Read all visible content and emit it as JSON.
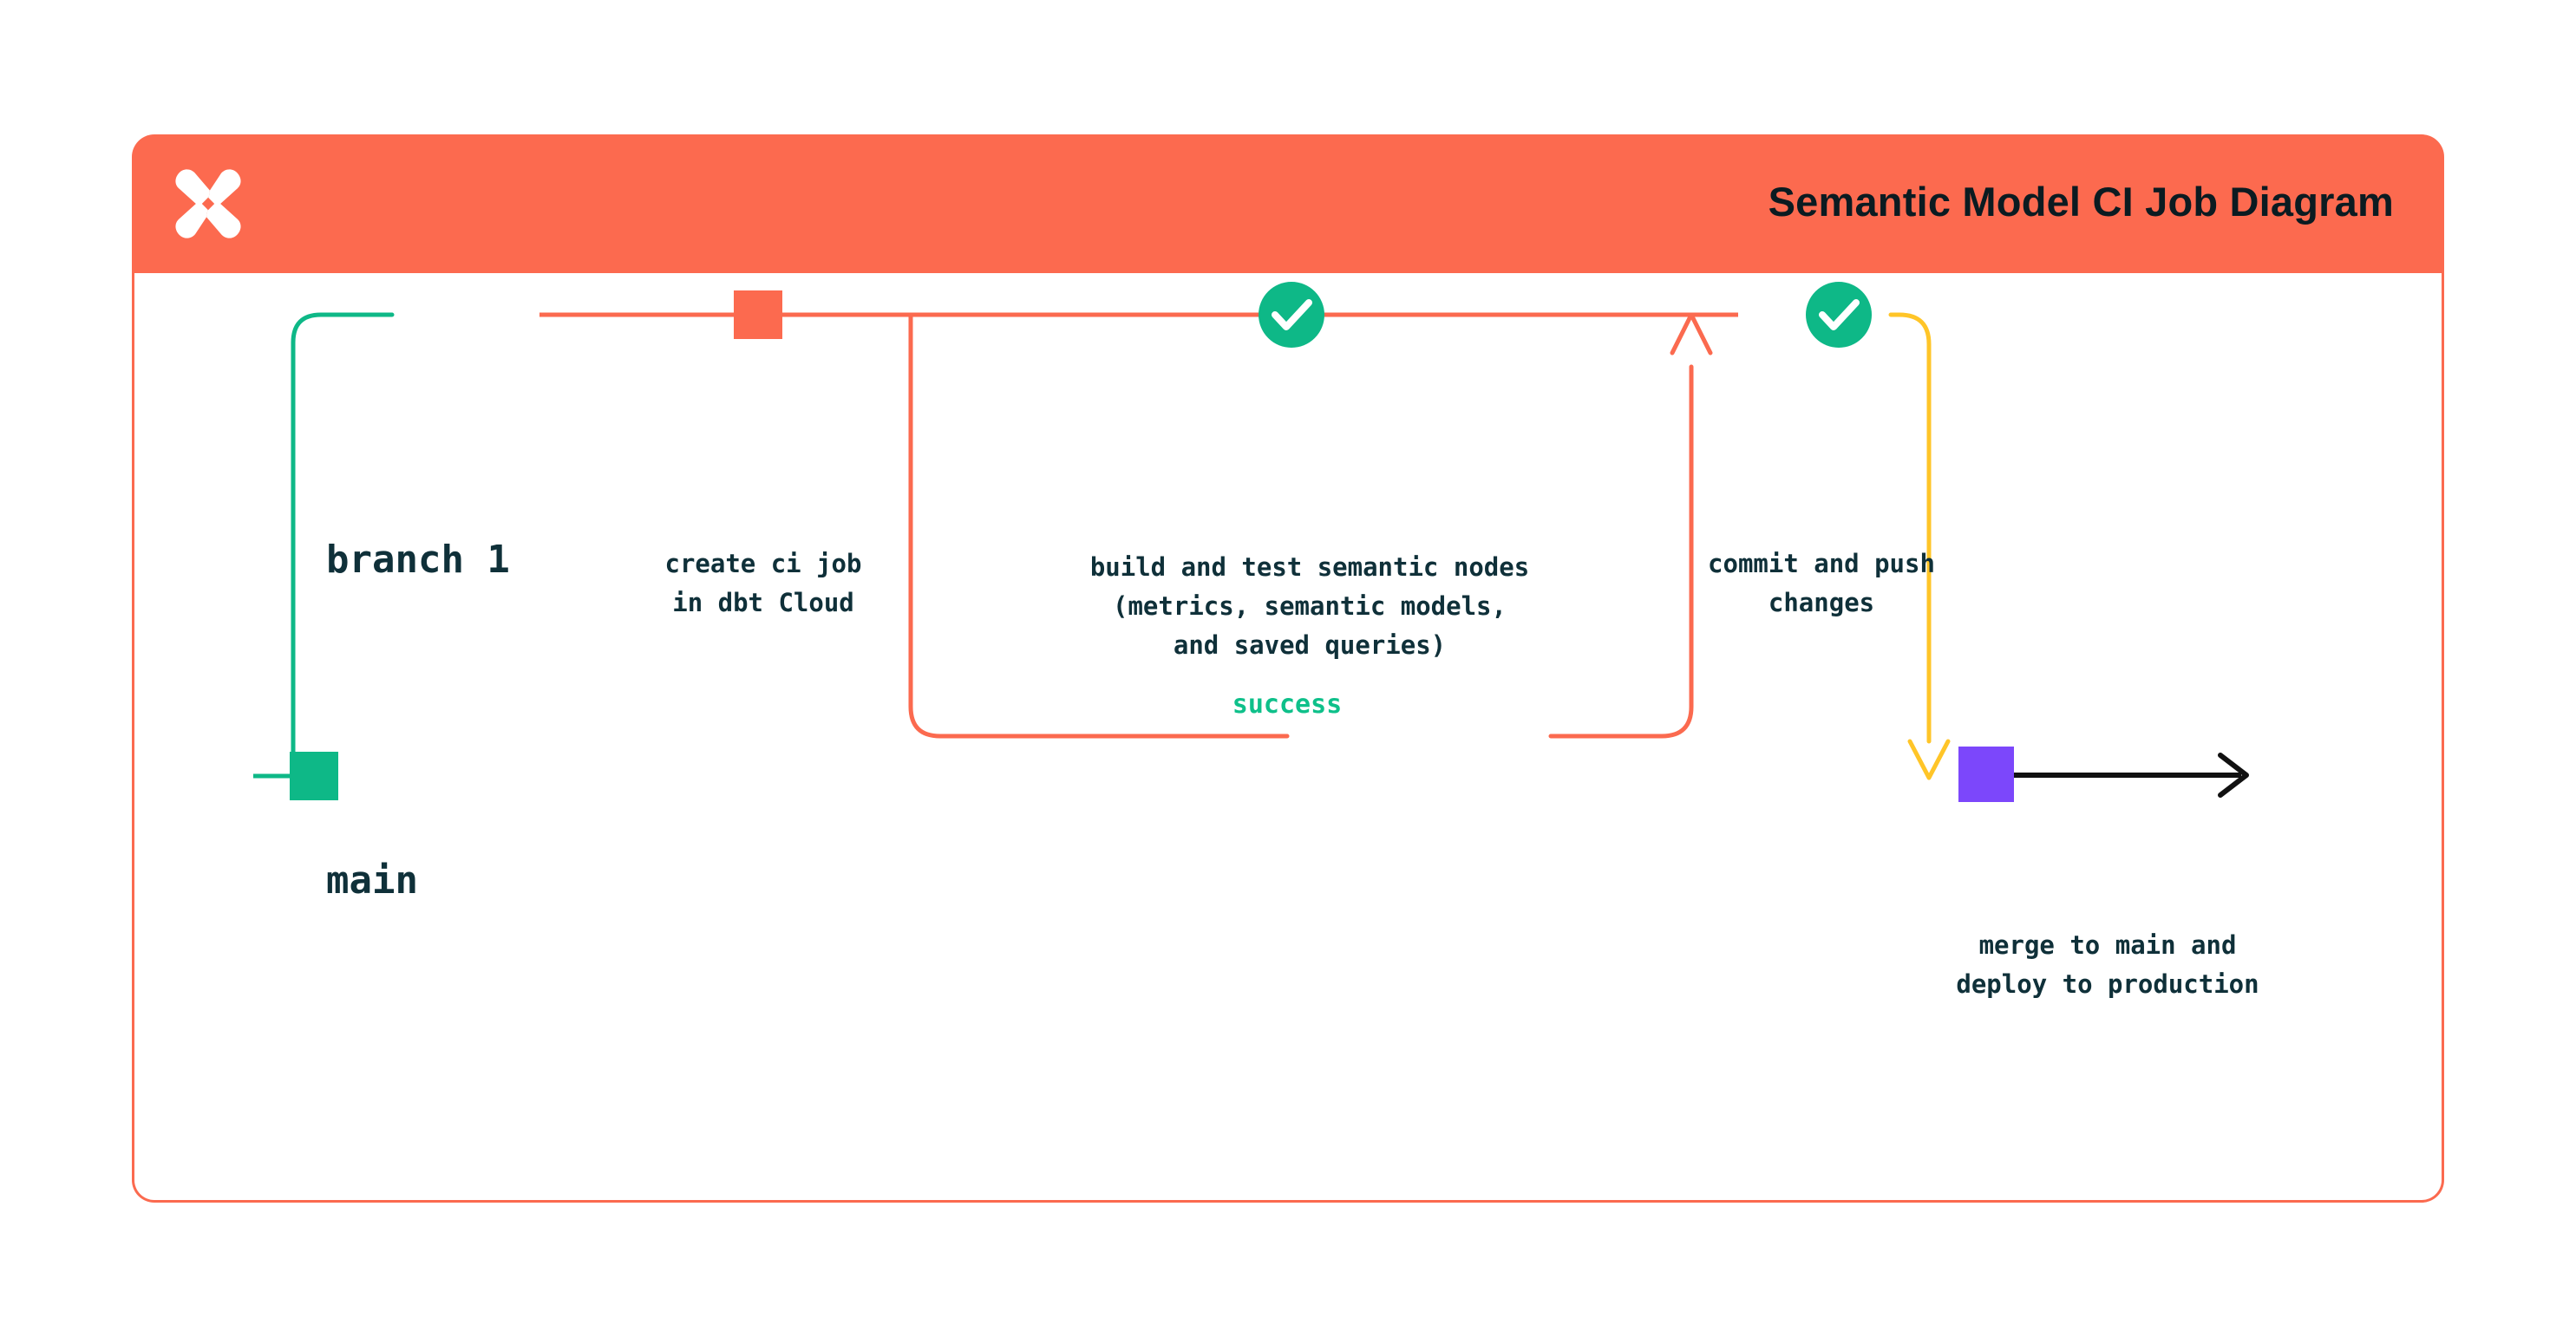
{
  "header": {
    "title": "Semantic Model CI Job Diagram",
    "logo_icon": "dbt-logo-icon",
    "background_color": "#FC6A4F"
  },
  "card": {
    "border_color": "#FB6A4F",
    "background_color": "#FFFFFF"
  },
  "diagram": {
    "type": "git-branch-flow",
    "lanes": [
      {
        "id": "branch-1",
        "label": "branch 1",
        "line_color": "#0EB887"
      },
      {
        "id": "main",
        "label": "main",
        "line_color": "#0EB887"
      }
    ],
    "nodes": [
      {
        "id": "create-ci-job",
        "lane": "branch-1",
        "marker": "square",
        "marker_color": "#FC6A4F",
        "caption": "create ci job\nin dbt Cloud"
      },
      {
        "id": "build-and-test",
        "lane": "branch-1",
        "marker": "check-circle",
        "marker_color": "#0EB887",
        "caption": "build and test semantic nodes\n(metrics, semantic models,\nand saved queries)"
      },
      {
        "id": "commit-and-push",
        "lane": "branch-1",
        "marker": "check-circle",
        "marker_color": "#0EB887",
        "caption": "commit and push\nchanges"
      },
      {
        "id": "main-start",
        "lane": "main",
        "marker": "square",
        "marker_color": "#0EB887",
        "caption": ""
      },
      {
        "id": "merge-to-main",
        "lane": "main",
        "marker": "square",
        "marker_color": "#7C47FB",
        "caption": "merge to main and\ndeploy to production"
      }
    ],
    "edges": [
      {
        "id": "success-loop",
        "label": "success",
        "label_color": "#0EC08A",
        "line_color": "#FB6A4F",
        "direction": "loop-back-up"
      },
      {
        "id": "merge-edge",
        "label": "",
        "line_color": "#FFC528",
        "direction": "down-into-main"
      },
      {
        "id": "production-edge",
        "label": "",
        "line_color": "#111111",
        "direction": "right"
      }
    ],
    "colors": {
      "orange": "#FB6A4F",
      "green": "#0EB887",
      "yellow": "#FFC528",
      "purple": "#7C47FB",
      "ink": "#0F3039",
      "black": "#111111"
    }
  }
}
